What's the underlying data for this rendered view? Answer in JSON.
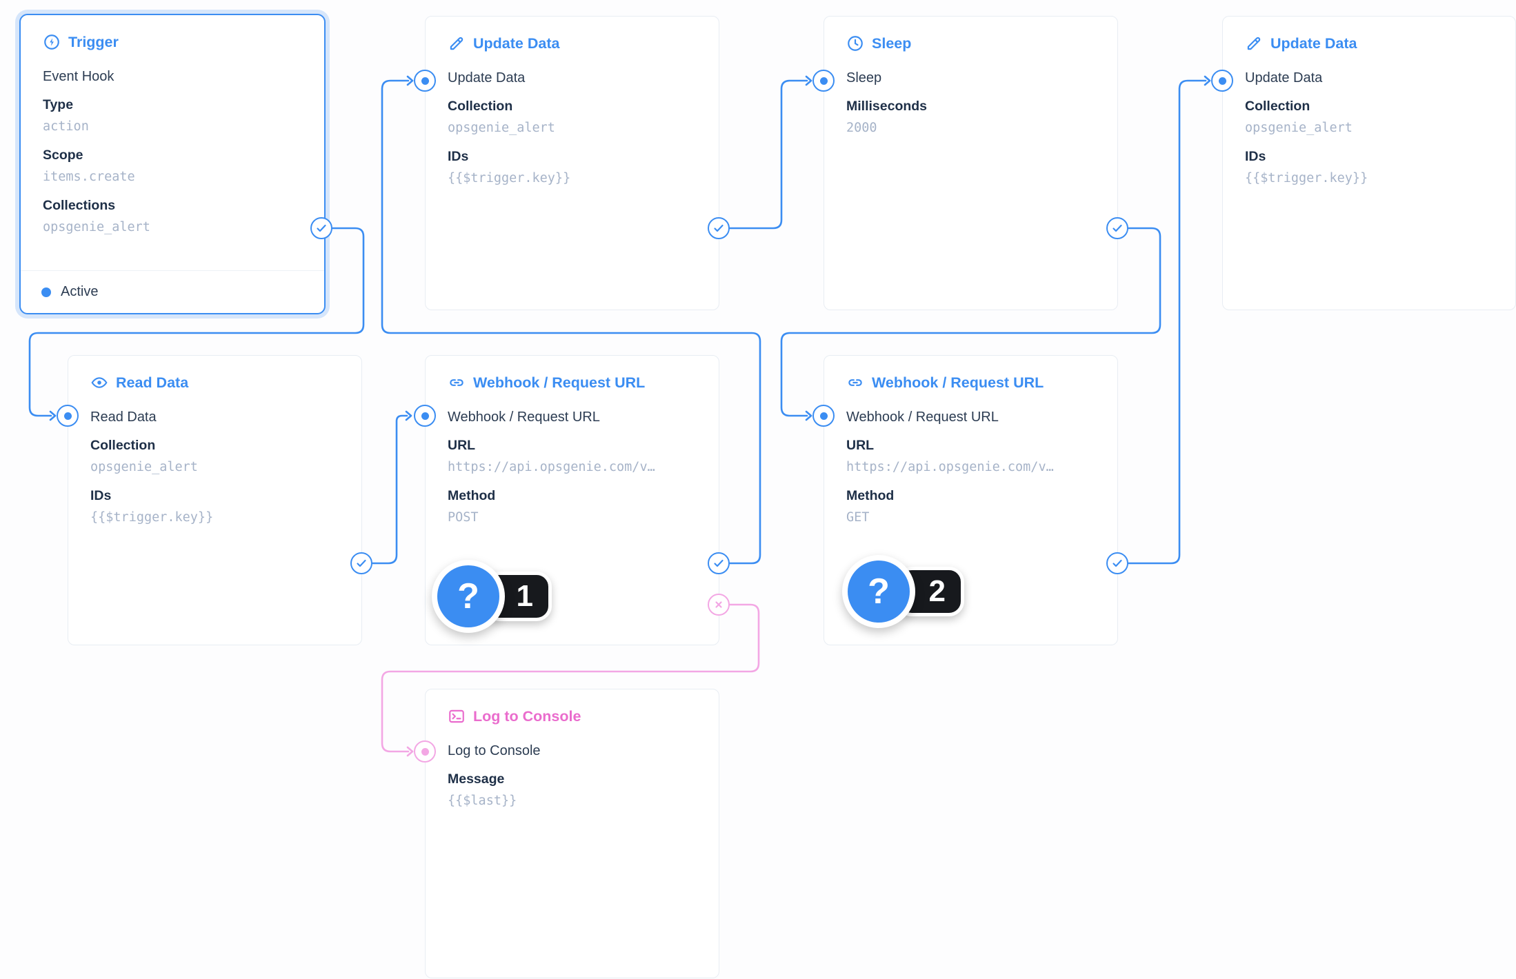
{
  "colors": {
    "accent_blue": "#3b8df2",
    "accent_pink": "#ea6ccd",
    "wire_pink": "#f3a7e4",
    "value_gray": "#a6b3c8",
    "status_active_dot": "#3b8df2",
    "badge_bg": "#17191d"
  },
  "nodes": {
    "trigger": {
      "title": "Trigger",
      "subtitle": "Event Hook",
      "fields": [
        {
          "label": "Type",
          "value": "action"
        },
        {
          "label": "Scope",
          "value": "items.create"
        },
        {
          "label": "Collections",
          "value": "opsgenie_alert"
        }
      ],
      "status": "Active"
    },
    "update_data_1": {
      "title": "Update Data",
      "name": "Update Data",
      "fields": [
        {
          "label": "Collection",
          "value": "opsgenie_alert"
        },
        {
          "label": "IDs",
          "value": "{{$trigger.key}}"
        }
      ]
    },
    "sleep": {
      "title": "Sleep",
      "name": "Sleep",
      "fields": [
        {
          "label": "Milliseconds",
          "value": "2000"
        }
      ]
    },
    "update_data_2": {
      "title": "Update Data",
      "name": "Update Data",
      "fields": [
        {
          "label": "Collection",
          "value": "opsgenie_alert"
        },
        {
          "label": "IDs",
          "value": "{{$trigger.key}}"
        }
      ]
    },
    "read_data": {
      "title": "Read Data",
      "name": "Read Data",
      "fields": [
        {
          "label": "Collection",
          "value": "opsgenie_alert"
        },
        {
          "label": "IDs",
          "value": "{{$trigger.key}}"
        }
      ]
    },
    "webhook_1": {
      "title": "Webhook / Request URL",
      "name": "Webhook / Request URL",
      "fields": [
        {
          "label": "URL",
          "value": "https://api.opsgenie.com/v…"
        },
        {
          "label": "Method",
          "value": "POST"
        }
      ],
      "badge": {
        "icon": "?",
        "count": "1"
      }
    },
    "webhook_2": {
      "title": "Webhook / Request URL",
      "name": "Webhook / Request URL",
      "fields": [
        {
          "label": "URL",
          "value": "https://api.opsgenie.com/v…"
        },
        {
          "label": "Method",
          "value": "GET"
        }
      ],
      "badge": {
        "icon": "?",
        "count": "2"
      }
    },
    "log_to_console": {
      "title": "Log to Console",
      "name": "Log to Console",
      "fields": [
        {
          "label": "Message",
          "value": "{{$last}}"
        }
      ]
    }
  }
}
